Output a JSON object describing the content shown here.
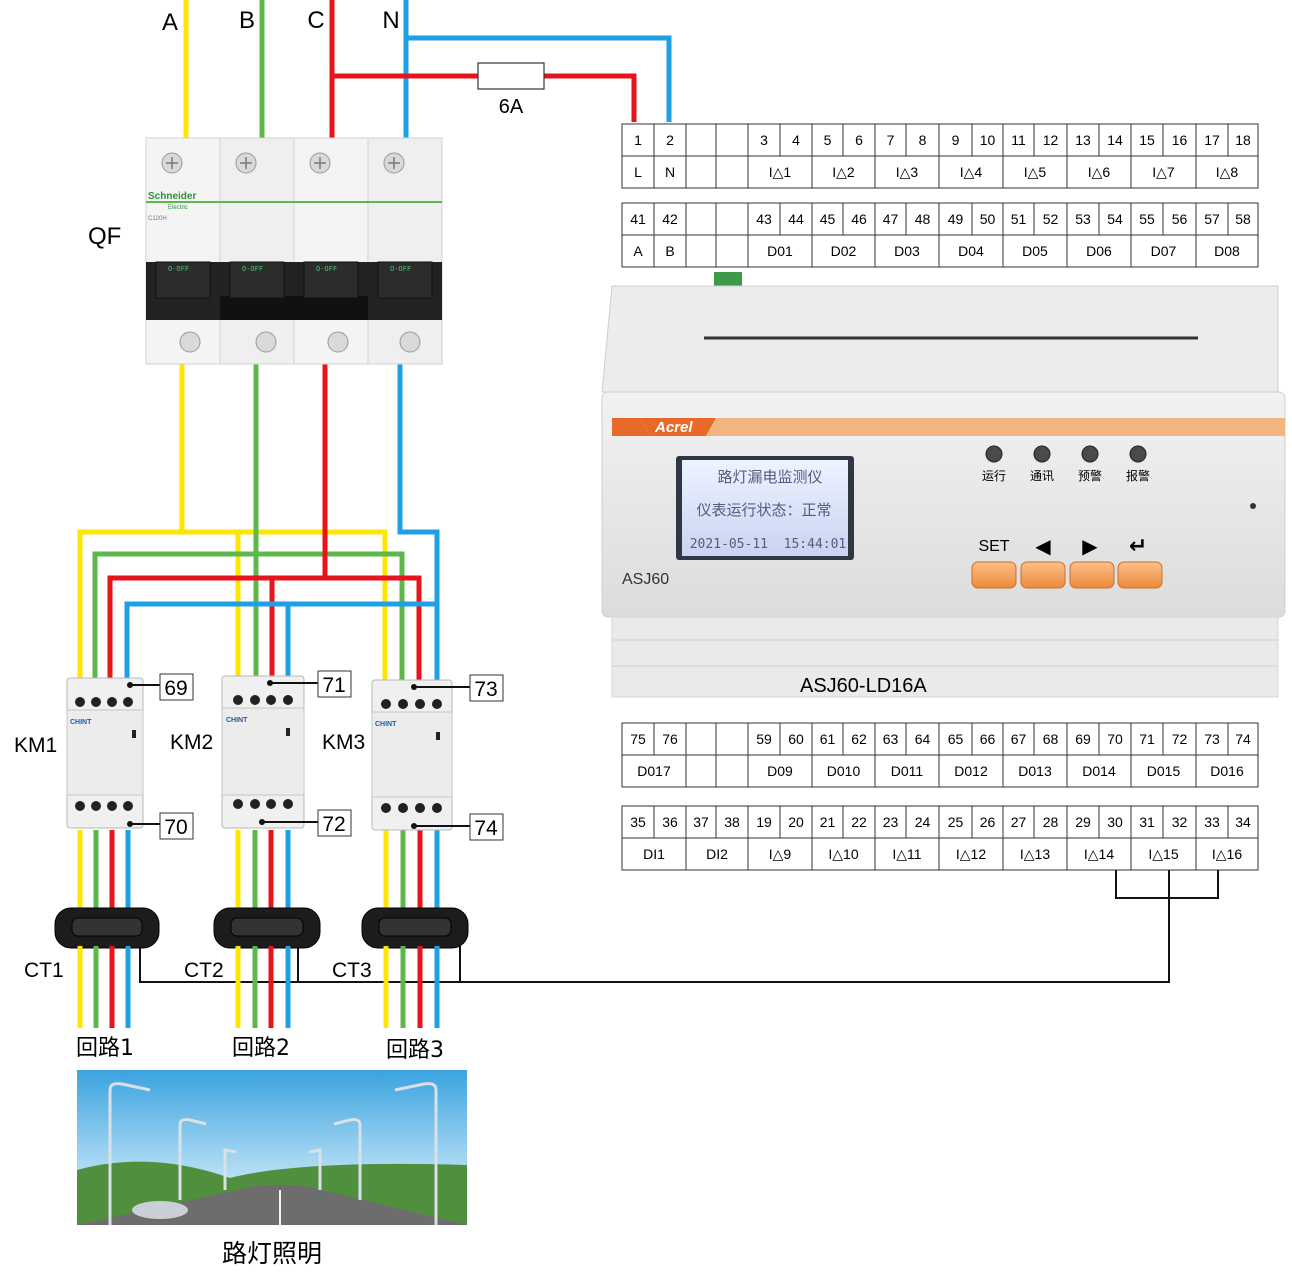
{
  "phases": {
    "a": "A",
    "b": "B",
    "c": "C",
    "n": "N"
  },
  "fuse_label": "6A",
  "breaker": {
    "label": "QF",
    "brand": "Schneider",
    "brand_sub": "Electric",
    "model": "C120H",
    "state": "O-OFF"
  },
  "contactors": {
    "km1": {
      "label": "KM1",
      "brand": "CHINT",
      "top_terminal": "69",
      "bottom_terminal": "70"
    },
    "km2": {
      "label": "KM2",
      "brand": "CHINT",
      "top_terminal": "71",
      "bottom_terminal": "72"
    },
    "km3": {
      "label": "KM3",
      "brand": "CHINT",
      "top_terminal": "73",
      "bottom_terminal": "74"
    }
  },
  "cts": {
    "ct1": "CT1",
    "ct2": "CT2",
    "ct3": "CT3"
  },
  "loops": {
    "loop1": "回路1",
    "loop2": "回路2",
    "loop3": "回路3"
  },
  "street_light_caption": "路灯照明",
  "meter": {
    "brand": "Acrel",
    "model_short": "ASJ60",
    "model_full": "ASJ60-LD16A",
    "lcd": {
      "line1": "路灯漏电监测仪",
      "line2": "仪表运行状态：正常",
      "line3": "2021-05-11  15:44:01"
    },
    "leds": [
      "运行",
      "通讯",
      "预警",
      "报警"
    ],
    "keys": {
      "set": "SET",
      "left": "◀",
      "right": "▶",
      "enter": "↵"
    }
  },
  "terminal_rows": {
    "row1_num": [
      "1",
      "2",
      "",
      "",
      "3",
      "4",
      "5",
      "6",
      "7",
      "8",
      "9",
      "10",
      "11",
      "12",
      "13",
      "14",
      "15",
      "16",
      "17",
      "18"
    ],
    "row1_lbl": [
      "L",
      "N",
      "",
      "",
      "I△1",
      "I△2",
      "I△3",
      "I△4",
      "I△5",
      "I△6",
      "I△7",
      "I△8"
    ],
    "row2_num": [
      "41",
      "42",
      "",
      "",
      "43",
      "44",
      "45",
      "46",
      "47",
      "48",
      "49",
      "50",
      "51",
      "52",
      "53",
      "54",
      "55",
      "56",
      "57",
      "58"
    ],
    "row2_lbl": [
      "A",
      "B",
      "",
      "",
      "D01",
      "D02",
      "D03",
      "D04",
      "D05",
      "D06",
      "D07",
      "D08"
    ],
    "row3_num": [
      "75",
      "76",
      "",
      "",
      "59",
      "60",
      "61",
      "62",
      "63",
      "64",
      "65",
      "66",
      "67",
      "68",
      "69",
      "70",
      "71",
      "72",
      "73",
      "74"
    ],
    "row3_lbl": [
      "D017",
      "",
      "",
      "D09",
      "D010",
      "D011",
      "D012",
      "D013",
      "D014",
      "D015",
      "D016"
    ],
    "row4_num": [
      "35",
      "36",
      "37",
      "38",
      "19",
      "20",
      "21",
      "22",
      "23",
      "24",
      "25",
      "26",
      "27",
      "28",
      "29",
      "30",
      "31",
      "32",
      "33",
      "34"
    ],
    "row4_lbl": [
      "DI1",
      "DI2",
      "I△9",
      "I△10",
      "I△11",
      "I△12",
      "I△13",
      "I△14",
      "I△15",
      "I△16"
    ]
  },
  "colors": {
    "phase_a": "#ffe600",
    "phase_b": "#5cb84a",
    "phase_c": "#e8141c",
    "phase_n": "#1ea0e6",
    "keys": "#f5a25a",
    "brand_orange": "#e8692a"
  }
}
